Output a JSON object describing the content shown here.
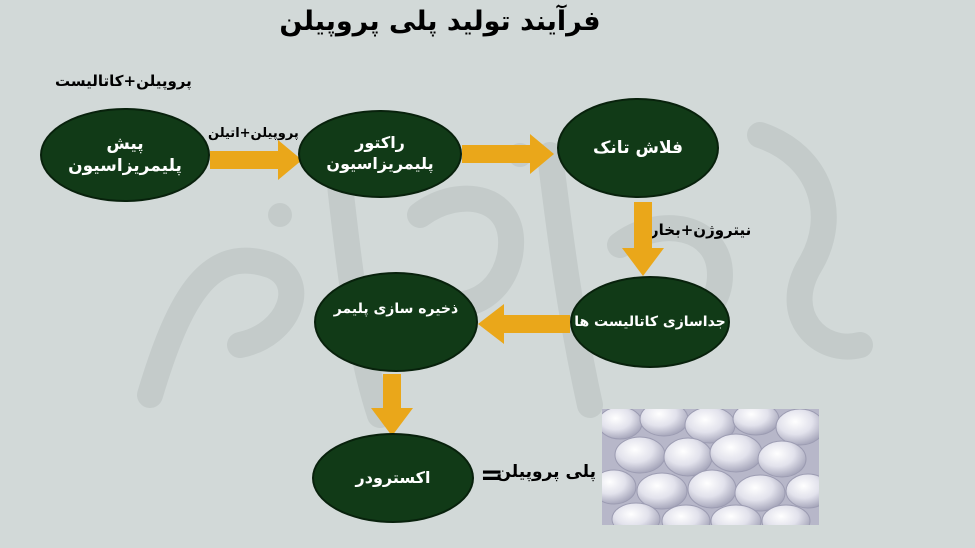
{
  "title": "فرآیند تولید پلی پروپیلن",
  "labels": {
    "feed": "پروپیلن+کاتالیست",
    "arrow1": "پروپیلن+اتیلن",
    "arrow3": "نیتروژن+بخار"
  },
  "nodes": {
    "prepoly": "پیش پلیمریزاسیون",
    "reactor": "راکتور پلیمریزاسیون",
    "flash": "فلاش تانک",
    "separation": "جداسازی کاتالیست ها",
    "storage": "ذخیره سازی پلیمر",
    "extruder": "اکسترودر"
  },
  "equals": "=",
  "product": "پلی پروپیلن",
  "colors": {
    "background": "#d2d9d8",
    "node": "#113a17",
    "arrow": "#eaa71a",
    "watermark": "#b9c1c0"
  }
}
